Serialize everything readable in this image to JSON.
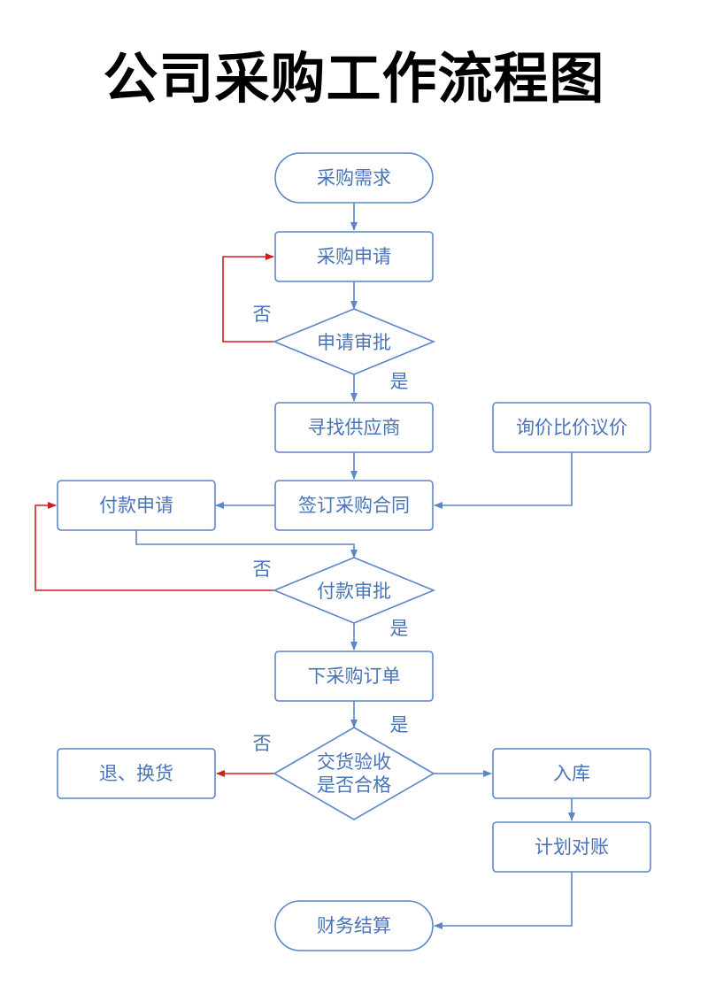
{
  "title": "公司采购工作流程图",
  "colors": {
    "stroke": "#5b86c8",
    "text": "#4a74b8",
    "reject": "#cc1f1f"
  },
  "nodes": {
    "n1": "采购需求",
    "n2": "采购申请",
    "n3": "申请审批",
    "n4": "寻找供应商",
    "n5": "询价比价议价",
    "n6": "签订采购合同",
    "n7": "付款申请",
    "n8": "付款审批",
    "n9": "下采购订单",
    "n10_line1": "交货验收",
    "n10_line2": "是否合格",
    "n11": "退、换货",
    "n12": "入库",
    "n13": "计划对账",
    "n14": "财务结算"
  },
  "labels": {
    "no": "否",
    "yes": "是"
  }
}
